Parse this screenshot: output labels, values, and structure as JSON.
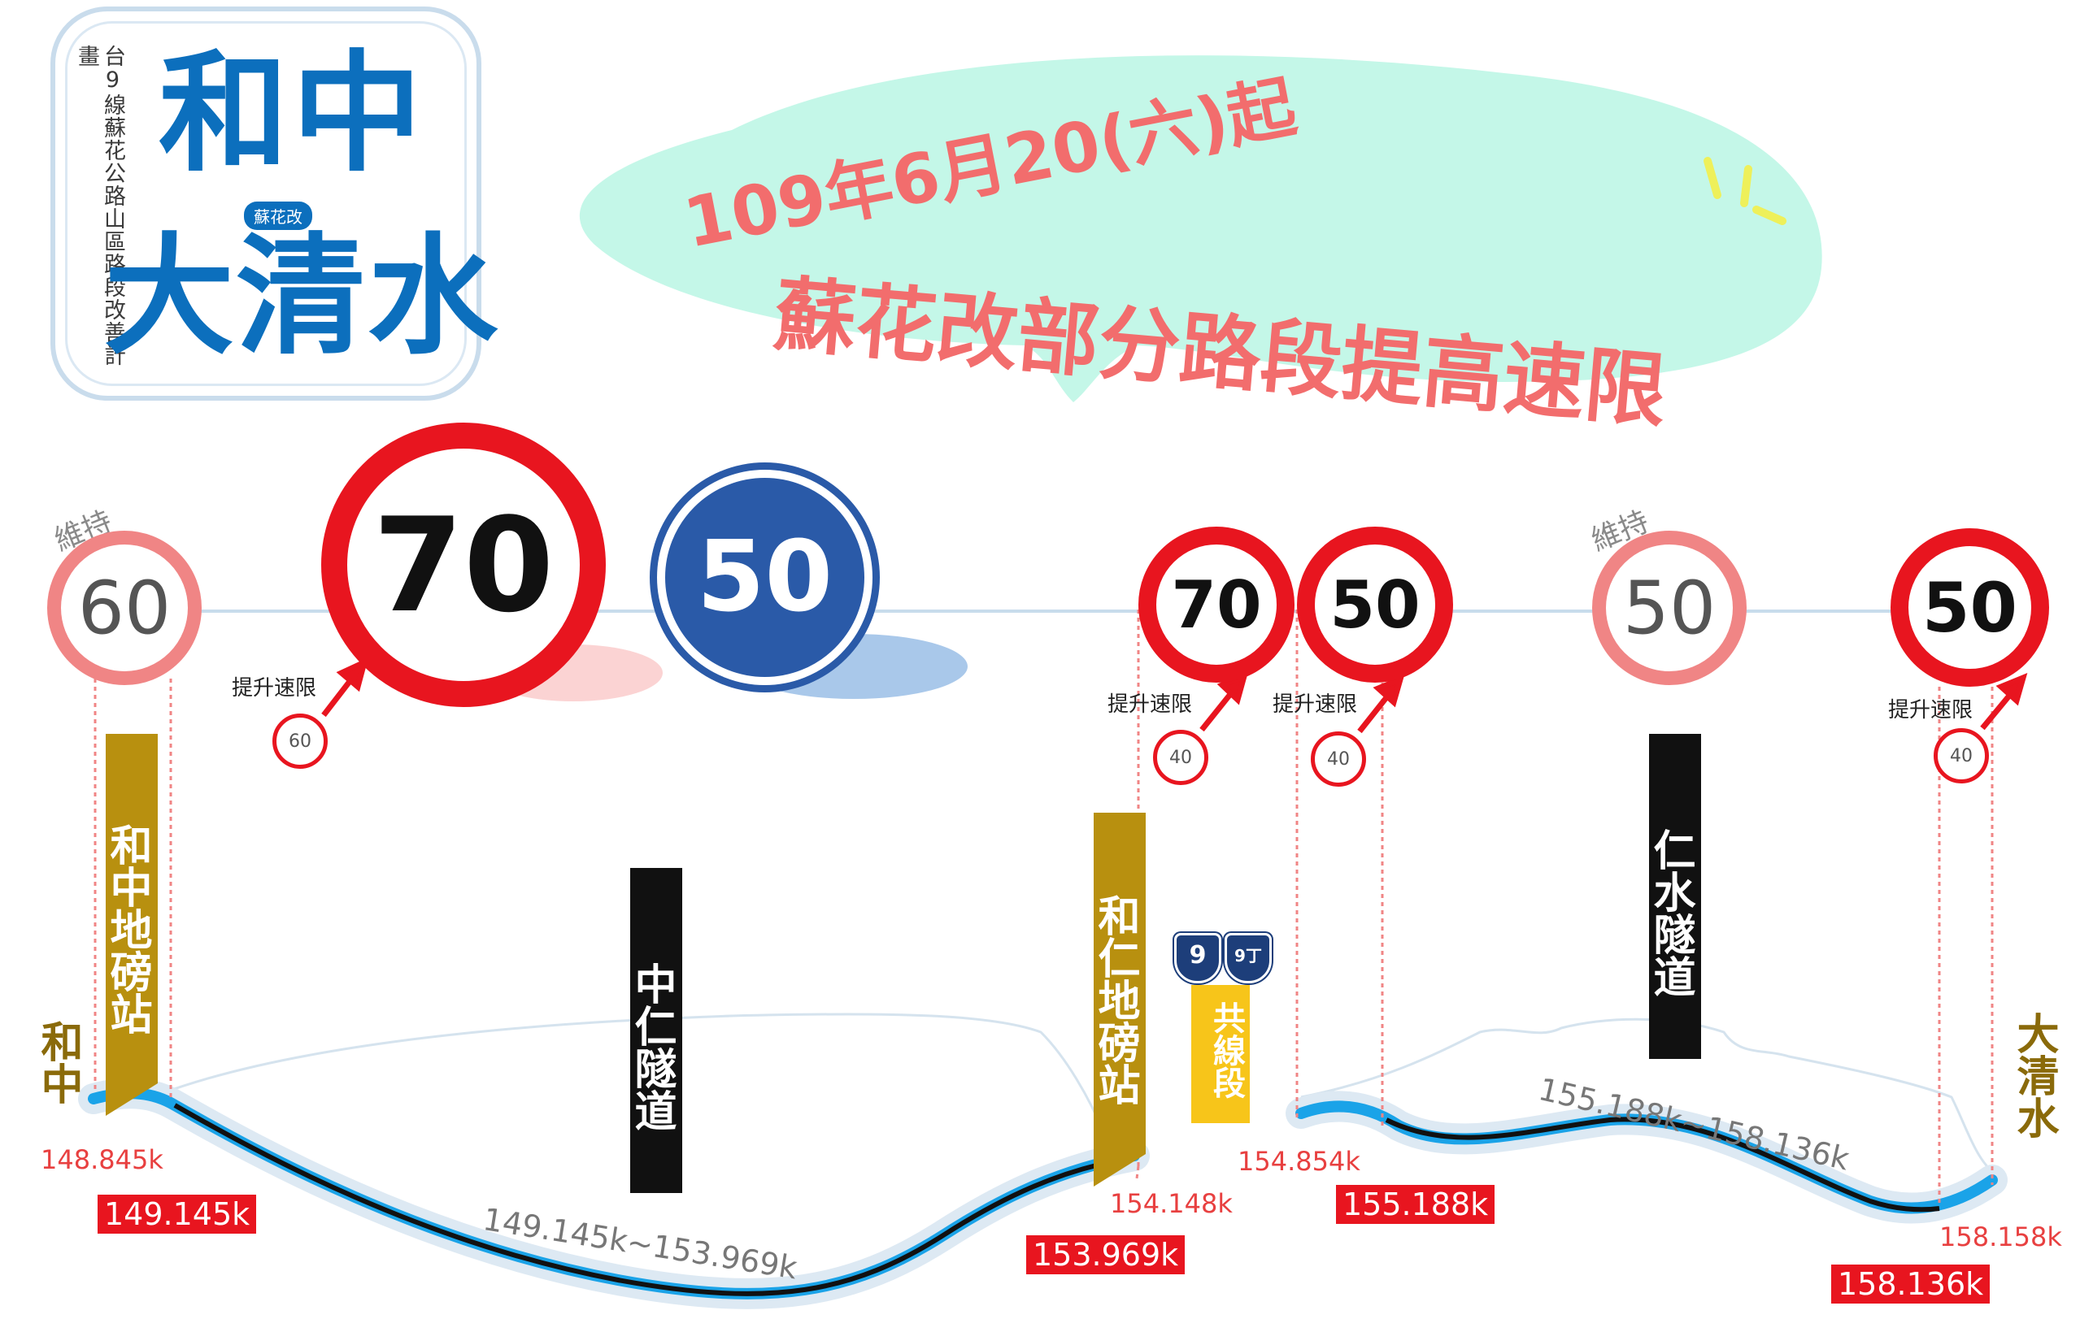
{
  "logo": {
    "subtitle": "台9線蘇花公路山區路段改善計畫",
    "line1": "和中",
    "badge": "蘇花改",
    "line2": "大清水"
  },
  "headline": {
    "line1": "109年6月20(六)起",
    "line2": "蘇花改部分路段提高速限",
    "color": "#f26d6d",
    "bubble_color": "#c4f7e8"
  },
  "signs": [
    {
      "value": "60",
      "style": "maintained",
      "note": "維持"
    },
    {
      "value": "70",
      "style": "raised",
      "from": "60",
      "note": "提升速限"
    },
    {
      "value": "50",
      "style": "minimum",
      "color": "#2a5aa8"
    },
    {
      "value": "70",
      "style": "raised",
      "from": "40",
      "note": "提升速限"
    },
    {
      "value": "50",
      "style": "raised",
      "from": "40",
      "note": "提升速限"
    },
    {
      "value": "50",
      "style": "maintained",
      "note": "維持"
    },
    {
      "value": "50",
      "style": "raised",
      "from": "40",
      "note": "提升速限"
    }
  ],
  "tags": {
    "hezhong_station": "和中地磅站",
    "zhongren_tunnel": "中仁隧道",
    "heren_station": "和仁地磅站",
    "co_route": "共線段",
    "renshui_tunnel": "仁水隧道"
  },
  "route_shields": [
    "9",
    "9丁"
  ],
  "endpoints": {
    "left": "和中",
    "right": "大清水"
  },
  "km": {
    "a": "148.845k",
    "b": "149.145k",
    "c": "153.969k",
    "d": "154.148k",
    "e": "154.854k",
    "f": "155.188k",
    "g": "158.136k",
    "h": "158.158k"
  },
  "ranges": {
    "first": "149.145k~153.969k",
    "second": "155.188k~158.136k"
  },
  "colors": {
    "red": "#e8151f",
    "pink": "#f08585",
    "blue": "#0c6fbd",
    "gold": "#b8900f",
    "yellow": "#f7c51a",
    "road": "#1aa3e8"
  }
}
